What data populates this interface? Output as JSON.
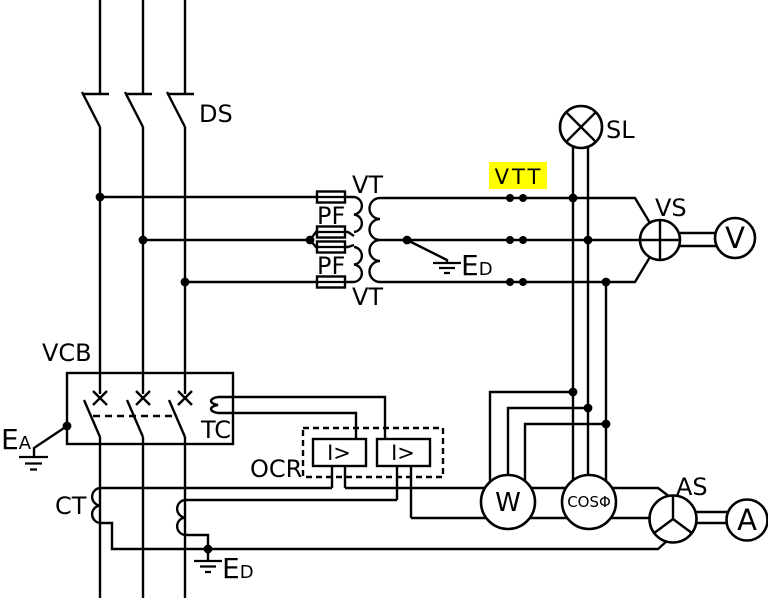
{
  "colors": {
    "line": "#000000",
    "background": "#ffffff",
    "highlight": "#ffff00"
  },
  "labels": {
    "ds": "DS",
    "vt_top": "VT",
    "vt_bottom": "VT",
    "pf_top": "PF",
    "pf_bottom": "PF",
    "vtt": "VTT",
    "sl": "SL",
    "vs": "VS",
    "voltmeter": "V",
    "vcb": "VCB",
    "tc": "TC",
    "ocr": "OCR",
    "relay_left": "I>",
    "relay_right": "I>",
    "ct": "CT",
    "wattmeter": "W",
    "power_factor_meter": "COSΦ",
    "ammeter_selector": "AS",
    "ammeter": "A",
    "ground_ea": {
      "main": "E",
      "sub": "A"
    },
    "ground_ed_vt": {
      "main": "E",
      "sub": "D"
    },
    "ground_ed_ct": {
      "main": "E",
      "sub": "D"
    }
  }
}
